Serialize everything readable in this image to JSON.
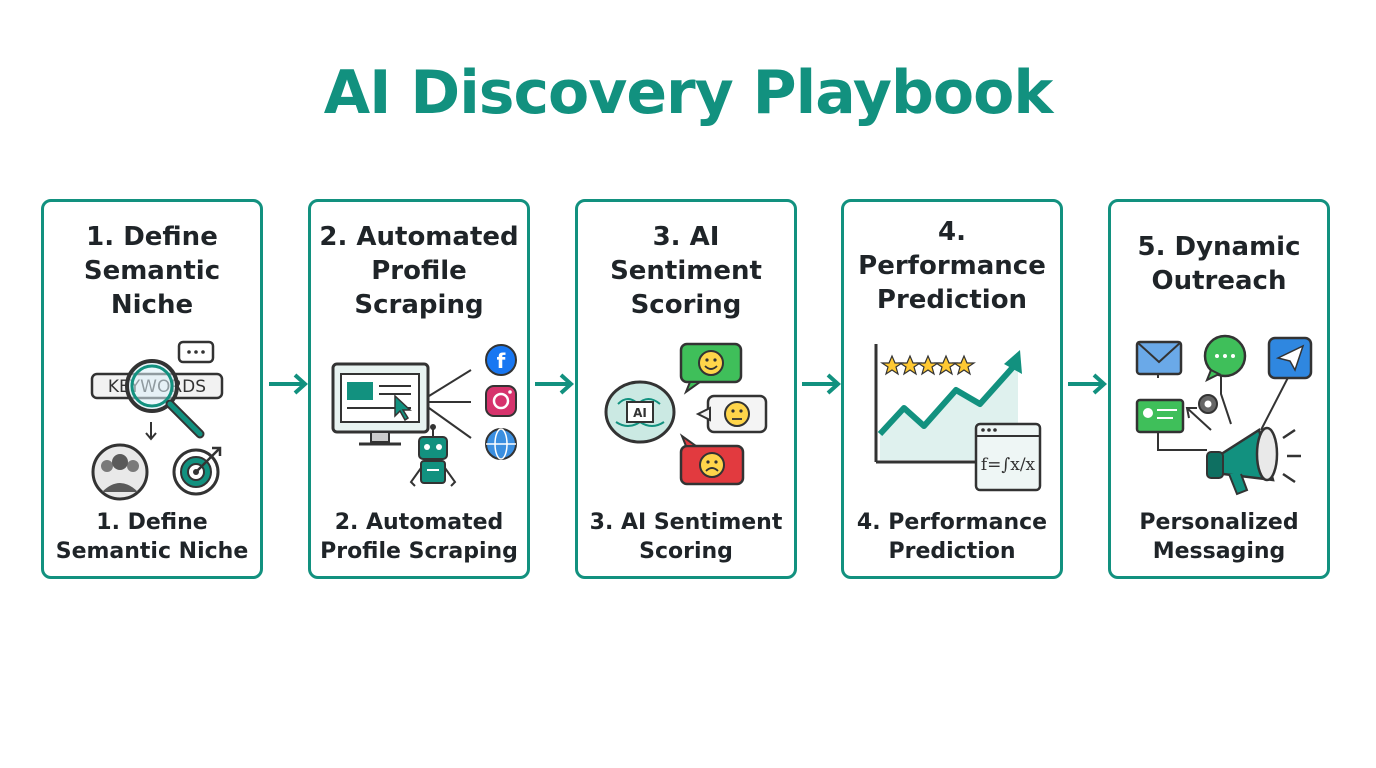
{
  "title": "AI Discovery Playbook",
  "colors": {
    "accent": "#12917f",
    "text": "#1f2428"
  },
  "steps": [
    {
      "heading": "1. Define\nSemantic\nNiche",
      "caption": "1. Define\nSemantic Niche",
      "icon_label": "KEYWORDS"
    },
    {
      "heading": "2. Automated\nProfile\nScraping",
      "caption": "2. Automated\nProfile Scraping"
    },
    {
      "heading": "3. AI\nSentiment\nScoring",
      "caption": "3. AI Sentiment\nScoring",
      "icon_label": "AI"
    },
    {
      "heading": "4.\nPerformance\nPrediction",
      "caption": "4. Performance\nPrediction",
      "formula": "f=∫x/x"
    },
    {
      "heading": "5. Dynamic\nOutreach",
      "caption": "Personalized\nMessaging"
    }
  ]
}
